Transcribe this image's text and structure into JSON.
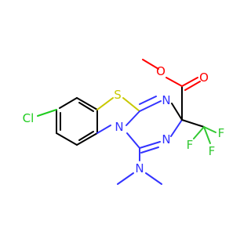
{
  "colors": {
    "bond": "#000000",
    "carbon": "#000000",
    "nitrogen": "#3333ff",
    "oxygen": "#ff0000",
    "sulfur": "#c8c800",
    "chlorine": "#1fcc1f",
    "fluorine": "#32c832"
  },
  "atoms": {
    "chlorine": "Cl",
    "sulfur": "S",
    "nitrogen_ring_top": "N",
    "nitrogen_ring_fused": "N",
    "nitrogen_ring_bottom": "N",
    "nitrogen_amine": "N",
    "oxygen_ester": "O",
    "oxygen_carbonyl": "O",
    "fluorine_right": "F",
    "fluorine_left": "F",
    "fluorine_bottom": "F"
  }
}
